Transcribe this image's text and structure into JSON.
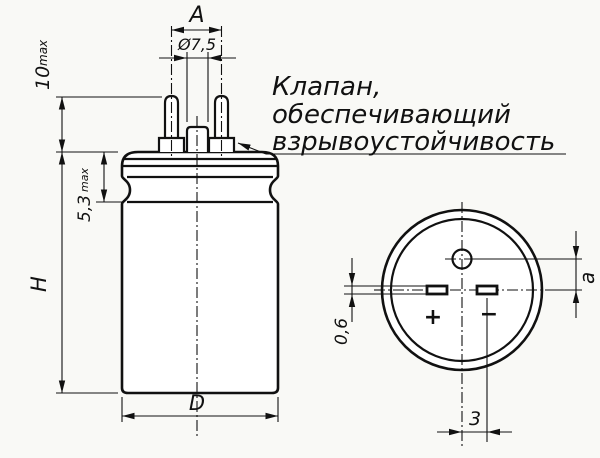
{
  "side_view": {
    "dim_top_span": "A",
    "dim_vent_diameter": "Ø7,5",
    "pin_length": {
      "value": "10",
      "suffix": "max"
    },
    "crimp_height": {
      "value": "5,3",
      "suffix": "max"
    },
    "case_height": "H",
    "case_diameter": "D"
  },
  "callout": {
    "line1": "Клапан,",
    "line2": "обеспечивающий",
    "line3": "взрывоустойчивость"
  },
  "bottom_view": {
    "vent_offset": "a",
    "terminal_thickness": "0,6",
    "terminal_offset": "3",
    "positive_terminal": "+",
    "negative_terminal": "−"
  }
}
